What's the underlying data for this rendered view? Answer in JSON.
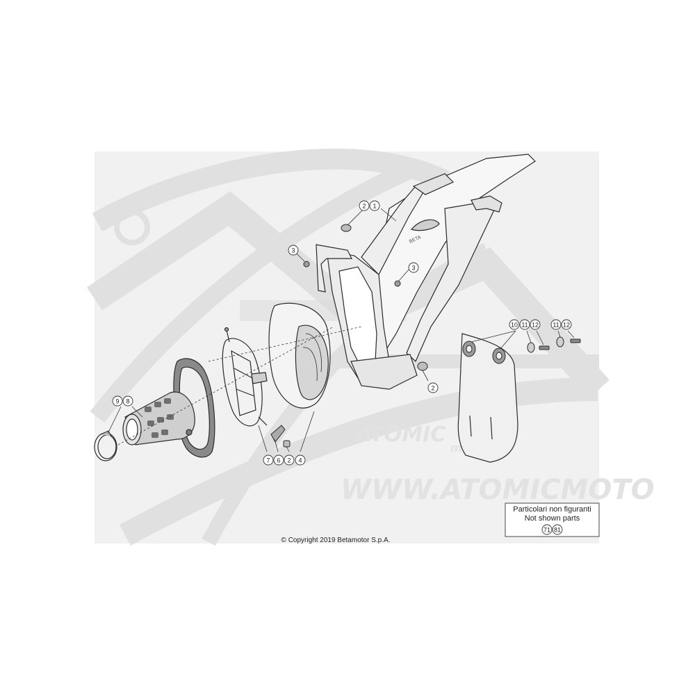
{
  "copyright": "© Copyright 2019 Betamotor S.p.A.",
  "watermark": {
    "url": "WWW.ATOMICMOTO",
    "logo_text": "ATOMIC",
    "logo_sub": "moto"
  },
  "legend": {
    "line1": "Particolari non figuranti",
    "line2": "Not shown parts",
    "numbers": [
      "71",
      "81"
    ]
  },
  "callouts": [
    {
      "id": "c-2-top",
      "label": "2"
    },
    {
      "id": "c-1-top",
      "label": "1"
    },
    {
      "id": "c-3-left",
      "label": "3"
    },
    {
      "id": "c-3-right",
      "label": "3"
    },
    {
      "id": "c-2-right",
      "label": "2"
    },
    {
      "id": "c-10",
      "label": "10"
    },
    {
      "id": "c-11a",
      "label": "11"
    },
    {
      "id": "c-12a",
      "label": "12"
    },
    {
      "id": "c-11b",
      "label": "11"
    },
    {
      "id": "c-12b",
      "label": "12"
    },
    {
      "id": "c-9",
      "label": "9"
    },
    {
      "id": "c-8",
      "label": "8"
    },
    {
      "id": "c-7",
      "label": "7"
    },
    {
      "id": "c-6",
      "label": "6"
    },
    {
      "id": "c-2-bottom",
      "label": "2"
    },
    {
      "id": "c-4",
      "label": "4"
    }
  ],
  "colors": {
    "line": "#2a2a2a",
    "fill_light": "#f4f4f4",
    "fill_mid": "#d8d8d8",
    "watermark_bg": "#f0f0f0",
    "watermark_shape": "#e3e3e3"
  }
}
